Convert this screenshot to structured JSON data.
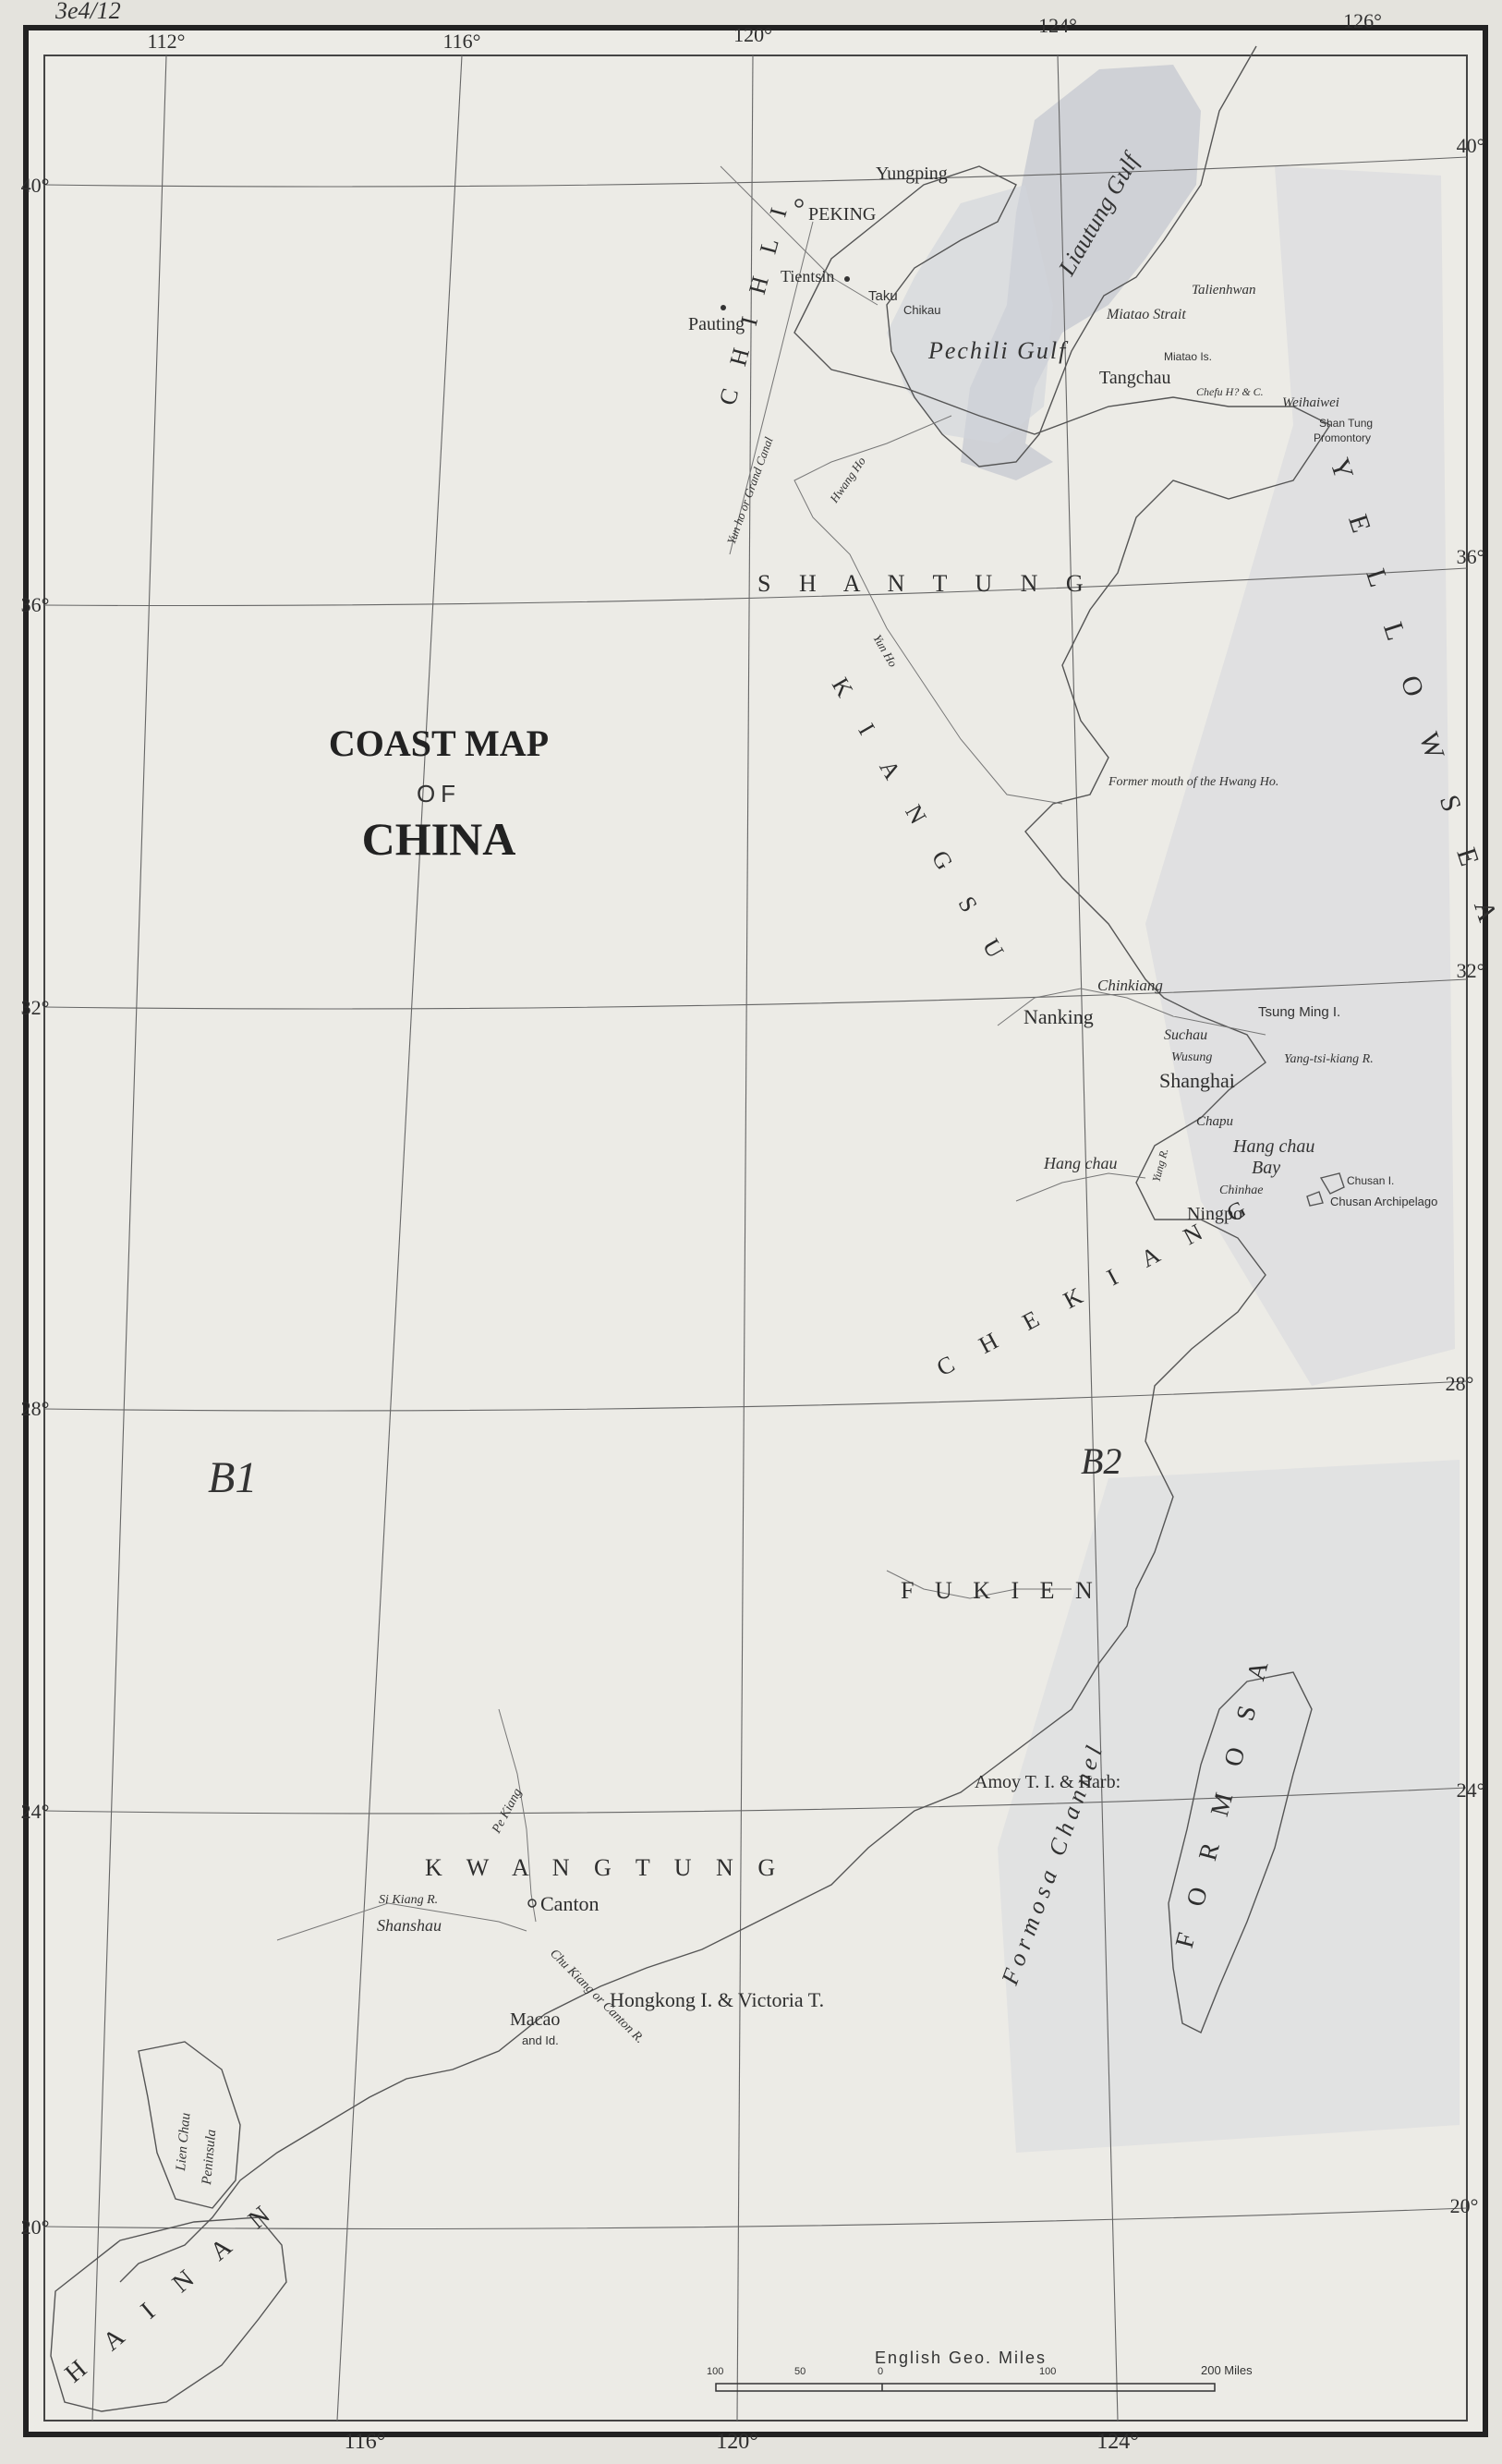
{
  "title": {
    "line1": "COAST MAP",
    "line2": "OF",
    "line3": "CHINA"
  },
  "top_marks": {
    "corner_scribble": "3e4/12"
  },
  "longitudes_top": [
    "112°",
    "116°",
    "120°",
    "124°",
    "126°"
  ],
  "longitudes_bottom": [
    "116°",
    "120°",
    "124°"
  ],
  "latitudes_left": [
    "40°",
    "36°",
    "32°",
    "28°",
    "24°",
    "20°"
  ],
  "latitudes_right": [
    "40°",
    "36°",
    "32°",
    "28°",
    "24°",
    "20°"
  ],
  "handwritten": {
    "b1": "B1",
    "b2": "B2"
  },
  "regions": {
    "chihli": "C H I H L I",
    "shantung": "S H A N T U N G",
    "kiangsu": "K I A N G S U",
    "chekiang": "C H E K I A N G",
    "fukien": "F U K I E N",
    "kwangtung": "K W A N G T U N G",
    "hainan": "H A I N A N",
    "formosa": "F O R M O S A",
    "yellow_sea": "Y E L L O W   S E A"
  },
  "water": {
    "liautung_gulf": "Liautung Gulf",
    "pechili_gulf": "Pechili Gulf",
    "formosa_channel": "Formosa Channel",
    "hang_chau_bay_1": "Hang chau",
    "hang_chau_bay_2": "Bay",
    "mintao_strait": "Miatao Strait"
  },
  "places": {
    "peking": "PEKING",
    "yungping": "Yungping",
    "tientsin": "Tientsin",
    "taku": "Taku",
    "chikau": "Chikau",
    "pauting": "Pauting",
    "talienhwan": "Talienhwan",
    "miatao_is": "Miatao Is.",
    "tangchau": "Tangchau",
    "chefu": "Chefu H? & C.",
    "weihaiwei": "Weihaiwei",
    "shantung_prom_1": "Shan Tung",
    "shantung_prom_2": "Promontory",
    "former_mouth": "Former mouth of the Hwang Ho.",
    "chinkiang": "Chinkiang",
    "nanking": "Nanking",
    "tsung_ming": "Tsung Ming I.",
    "suchau": "Suchau",
    "wusung": "Wusung",
    "yang_tsi": "Yang-tsi-kiang R.",
    "shanghai": "Shanghai",
    "chapu": "Chapu",
    "hang_chau": "Hang chau",
    "chinhae": "Chinhae",
    "chusan_i": "Chusan I.",
    "chusan_arch": "Chusan Archipelago",
    "ningpo": "Ningpo",
    "amoy": "Amoy T. I. & Harb:",
    "canton": "Canton",
    "shanshau": "Shanshau",
    "si_kiang": "Si Kiang R.",
    "pe_kiang": "Pe Kiang",
    "hongkong": "Hongkong I. & Victoria T.",
    "macao": "Macao",
    "macao_id": "and Id.",
    "chu_kiang": "Chu Kiang or Canton R.",
    "lien_chau_1": "Lien Chau",
    "lien_chau_2": "Peninsula"
  },
  "rivers": {
    "yun_ho_grand_canal": "Yun ho or Grand Canal",
    "hwang_ho": "Hwang Ho",
    "yun_ho": "Yun Ho",
    "yung_r": "Yung R."
  },
  "scale": {
    "title": "English Geo. Miles",
    "ticks": [
      "100",
      "50",
      "0",
      "100",
      "200 Miles"
    ]
  },
  "colors": {
    "paper": "#e4e3dd",
    "ink": "#2e2e2e",
    "sea_tint": "#c9ccd2"
  }
}
